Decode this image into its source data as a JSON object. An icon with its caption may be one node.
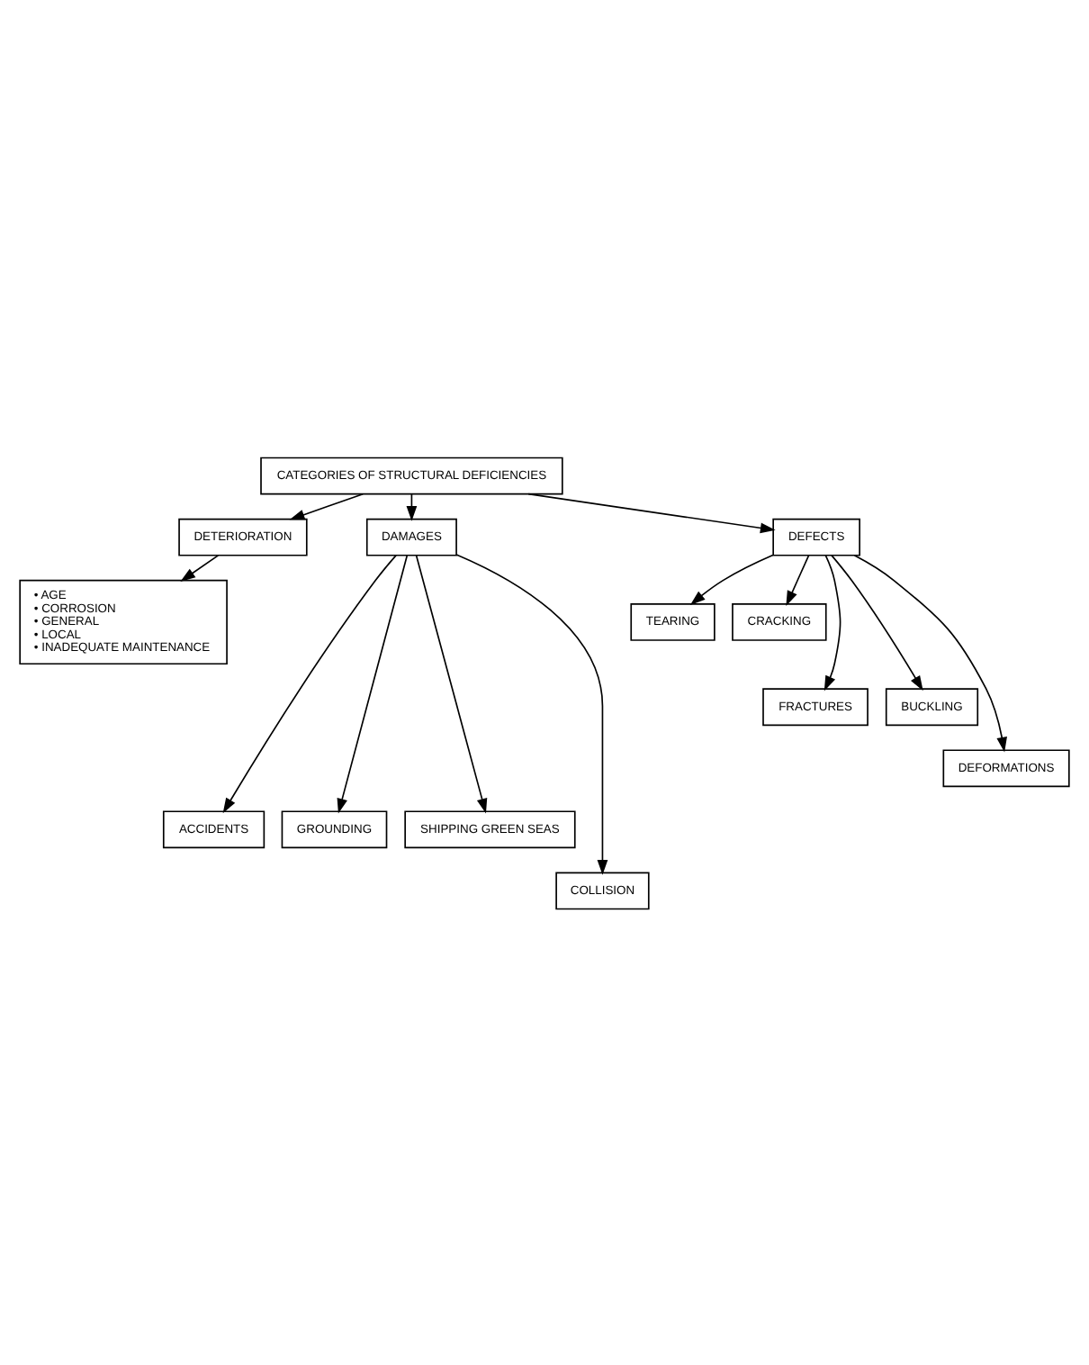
{
  "diagram": {
    "nodes": [
      {
        "text": [
          "CATEGORIES OF STRUCTURAL DEFICIENCIES"
        ]
      },
      {
        "text": [
          "DETERIORATION"
        ]
      },
      {
        "text": [
          "DAMAGES"
        ]
      },
      {
        "text": [
          "DEFECTS"
        ]
      },
      {
        "text": [
          "• AGE",
          "• CORROSION",
          "• GENERAL",
          "• LOCAL",
          "• INADEQUATE MAINTENANCE"
        ]
      },
      {
        "text": [
          "TEARING"
        ]
      },
      {
        "text": [
          "CRACKING"
        ]
      },
      {
        "text": [
          "FRACTURES"
        ]
      },
      {
        "text": [
          "BUCKLING"
        ]
      },
      {
        "text": [
          "DEFORMATIONS"
        ]
      },
      {
        "text": [
          "ACCIDENTS"
        ]
      },
      {
        "text": [
          "GROUNDING"
        ]
      },
      {
        "text": [
          "SHIPPING GREEN SEAS"
        ]
      },
      {
        "text": [
          "COLLISION"
        ]
      }
    ],
    "edges": [
      {
        "from": 0,
        "to": 1,
        "arrow": "to"
      },
      {
        "from": 0,
        "to": 2,
        "arrow": "to"
      },
      {
        "from": 0,
        "to": 3,
        "arrow": "to"
      },
      {
        "from": 1,
        "to": 4,
        "arrow": "to"
      },
      {
        "from": 3,
        "to": 5,
        "arrow": "to"
      },
      {
        "from": 3,
        "to": 7,
        "arrow": "to"
      },
      {
        "from": 3,
        "to": 9,
        "arrow": "to"
      },
      {
        "from": 3,
        "to": 8,
        "arrow": "to"
      },
      {
        "from": 3,
        "to": 6,
        "arrow": "to"
      },
      {
        "from": 2,
        "to": 10,
        "arrow": "to"
      },
      {
        "from": 2,
        "to": 13,
        "arrow": "to"
      },
      {
        "from": 2,
        "to": 11,
        "arrow": "to"
      },
      {
        "from": 2,
        "to": 12,
        "arrow": "to"
      }
    ]
  }
}
